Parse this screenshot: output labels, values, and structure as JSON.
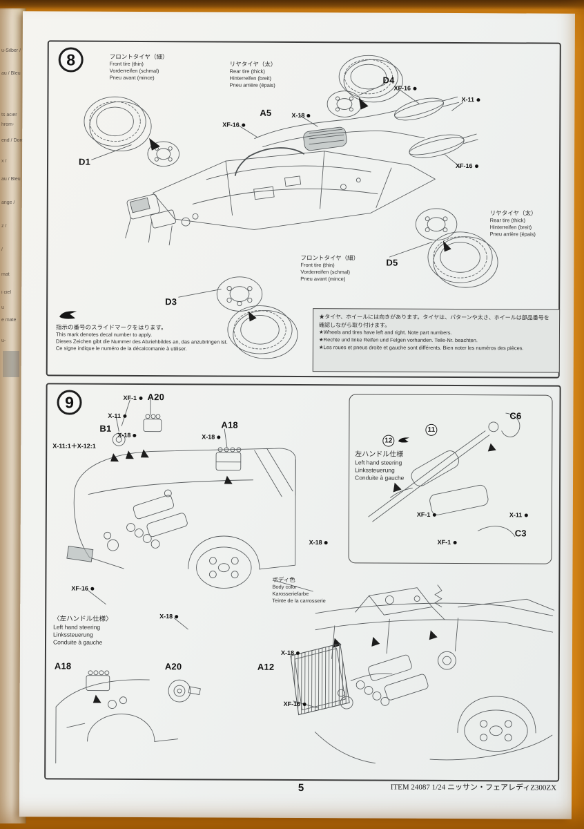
{
  "photo": {
    "page_number": "5",
    "footer_item": "ITEM 24087  1/24 ニッサン・フェアレディZ300ZX"
  },
  "margin_fragments": [
    "u-Silber /",
    "au / Bleu",
    "ts acier",
    "hrom-",
    "end / Doré",
    "x /",
    "au / Bleu",
    "ange /",
    "z /",
    "/",
    "mat",
    "i ciel",
    "u",
    "e mate",
    "u-"
  ],
  "step8": {
    "number": "8",
    "tire_labels": {
      "front_top": {
        "jp": "フロントタイヤ（細）",
        "en": "Front tire (thin)",
        "de": "Vorderreifen (schmal)",
        "fr": "Pneu avant (mince)"
      },
      "rear_top": {
        "jp": "リヤタイヤ（太）",
        "en": "Rear tire (thick)",
        "de": "Hinterreifen (breit)",
        "fr": "Pneu arrière (épais)"
      },
      "rear_right": {
        "jp": "リヤタイヤ（太）",
        "en": "Rear tire (thick)",
        "de": "Hinterreifen (breit)",
        "fr": "Pneu arrière (épais)"
      },
      "front_mid": {
        "jp": "フロントタイヤ（細）",
        "en": "Front tire (thin)",
        "de": "Vorderreifen (schmal)",
        "fr": "Pneu avant (mince)"
      }
    },
    "callouts": {
      "d1": "D1",
      "d3": "D3",
      "d4": "D4",
      "d5": "D5",
      "a5": "A5",
      "xf16_a": "XF-16",
      "xf16_b": "XF-16",
      "xf16_c": "XF-16",
      "x18": "X-18",
      "x11": "X-11"
    },
    "decal_note": {
      "jp": "指示の番号のスライドマークをはります。",
      "en": "This mark denotes decal number to apply.",
      "de": "Dieses Zeichen gibt die Nummer des Abziehbildes an, das anzubringen ist.",
      "fr": "Ce signe indique le numéro de la décalcomanie à utiliser."
    },
    "note_box": {
      "jp": "★タイヤ、ホイールには向きがあります。タイヤは、パターンや太さ、ホイールは部品番号を確認しながら取り付けます。",
      "en": "★Wheels and tires have left and right. Note part numbers.",
      "de": "★Rechte und linke Reifen und Felgen vorhanden. Teile-Nr. beachten.",
      "fr": "★Les roues et pneus droite et gauche sont différents. Bien noter les numéros des pièces."
    }
  },
  "step9": {
    "number": "9",
    "callouts": {
      "xf1_top": "XF-1",
      "a20_top": "A20",
      "x11": "X-11",
      "b1": "B1",
      "x18_a": "X-18",
      "a18_top": "A18",
      "x18_b": "X-18",
      "mix": "X-11:1＋X-12:1",
      "x18_c": "X-18",
      "xf16_a": "XF-16",
      "x18_d": "X-18",
      "a18_bottom": "A18",
      "a20_bottom": "A20",
      "a12": "A12",
      "x18_e": "X-18",
      "xf16_b": "XF-16"
    },
    "body_color": {
      "jp": "ボディ色",
      "en": "Body color",
      "de": "Karosseriefarbe",
      "fr": "Teinte de la carrosserie"
    },
    "lhs": {
      "jp": "〈左ハンドル仕様〉",
      "en": "Left hand steering",
      "de": "Linkssteuerung",
      "fr": "Conduite à gauche"
    },
    "inset": {
      "step11": "11",
      "step12": "12",
      "lhs": {
        "jp": "左ハンドル仕様",
        "en": "Left hand steering",
        "de": "Linkssteuerung",
        "fr": "Conduite à gauche"
      },
      "callouts": {
        "c6": "C6",
        "c3": "C3",
        "x11": "X-11",
        "xf1_a": "XF-1",
        "xf1_b": "XF-1"
      }
    }
  }
}
